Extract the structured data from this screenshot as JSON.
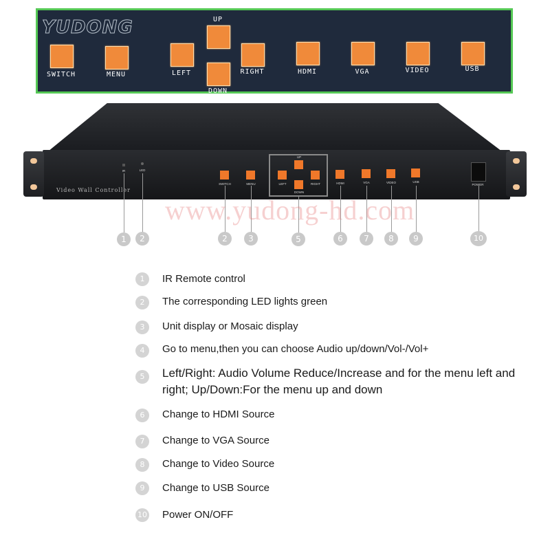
{
  "closeup": {
    "logo": "YUDONG",
    "buttons": {
      "switch": "SWITCH",
      "menu": "MENU",
      "left": "LEFT",
      "up": "UP",
      "down": "DOWN",
      "right": "RIGHT",
      "hdmi": "HDMI",
      "vga": "VGA",
      "video": "VIDEO",
      "usb": "USB"
    },
    "colors": {
      "panel": "#1f2a3c",
      "border": "#55c855",
      "button": "#f08a3a"
    }
  },
  "device": {
    "title": "Video Wall Controller",
    "ir_label": "IR",
    "led_label": "LED",
    "power_label": "POWER",
    "buttons": {
      "switch": "SWITCH",
      "menu": "MENU",
      "left": "LEFT",
      "up": "UP",
      "down": "DOWN",
      "right": "RIGHT",
      "hdmi": "HDMI",
      "vga": "VGA",
      "video": "VIDEO",
      "usb": "USB"
    },
    "watermark": "www.yudong-hd.com",
    "callouts": [
      "1",
      "2",
      "2",
      "3",
      "5",
      "6",
      "7",
      "8",
      "9",
      "10"
    ]
  },
  "legend": [
    {
      "num": "1",
      "text": "IR Remote control"
    },
    {
      "num": "2",
      "text": "The corresponding LED lights green"
    },
    {
      "num": "3",
      "text": "Unit display or Mosaic display"
    },
    {
      "num": "4",
      "text": "Go to menu,then you can choose Audio up/down/Vol-/Vol+"
    },
    {
      "num": "5",
      "text": "Left/Right: Audio Volume Reduce/Increase and for the menu left and right; Up/Down:For the menu up and down"
    },
    {
      "num": "6",
      "text": "Change to HDMI Source"
    },
    {
      "num": "7",
      "text": "Change to VGA Source"
    },
    {
      "num": "8",
      "text": "Change to Video Source"
    },
    {
      "num": "9",
      "text": "Change to USB Source"
    },
    {
      "num": "10",
      "text": "Power ON/OFF"
    }
  ]
}
